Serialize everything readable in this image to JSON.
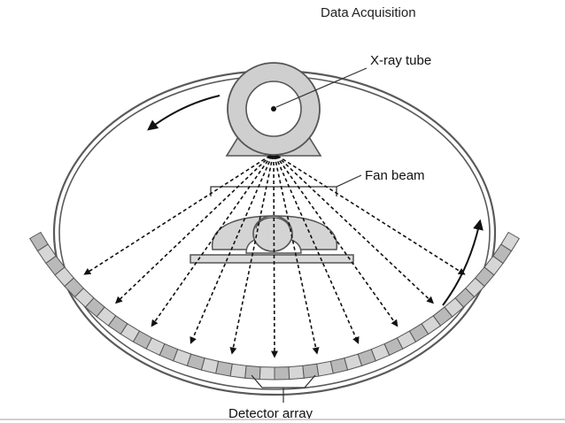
{
  "page": {
    "title": "Data Acquisition"
  },
  "diagram": {
    "labels": {
      "xray_tube": "X-ray tube",
      "fan_beam": "Fan beam",
      "detector_array": "Detector array"
    },
    "detector_cell_count": 40,
    "beam_count": 11,
    "colors": {
      "line": "#555555",
      "tube_fill": "#cfcfcf",
      "patient_fill": "#d4d4d4",
      "table_fill": "#d9d9d9",
      "detector_fill": "#b9b9b9",
      "arrow": "#111111"
    }
  }
}
